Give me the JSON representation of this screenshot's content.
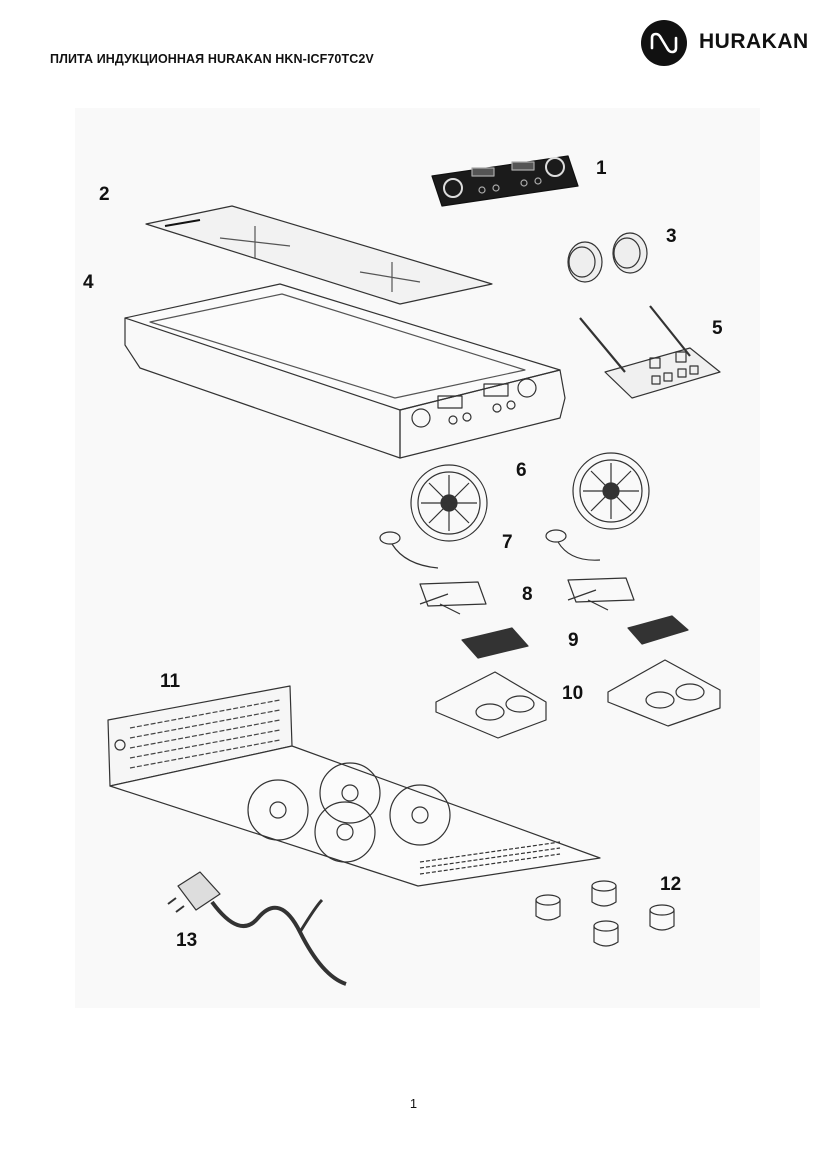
{
  "header": {
    "title": "ПЛИТА ИНДУКЦИОННАЯ HURAKAN HKN-ICF70TC2V"
  },
  "logo": {
    "text": "HURAKAN",
    "icon": "hurakan-logo-icon"
  },
  "diagram": {
    "callouts": [
      "1",
      "2",
      "3",
      "4",
      "5",
      "6",
      "7",
      "8",
      "9",
      "10",
      "11",
      "12",
      "13"
    ]
  },
  "footer": {
    "page_number": "1"
  }
}
